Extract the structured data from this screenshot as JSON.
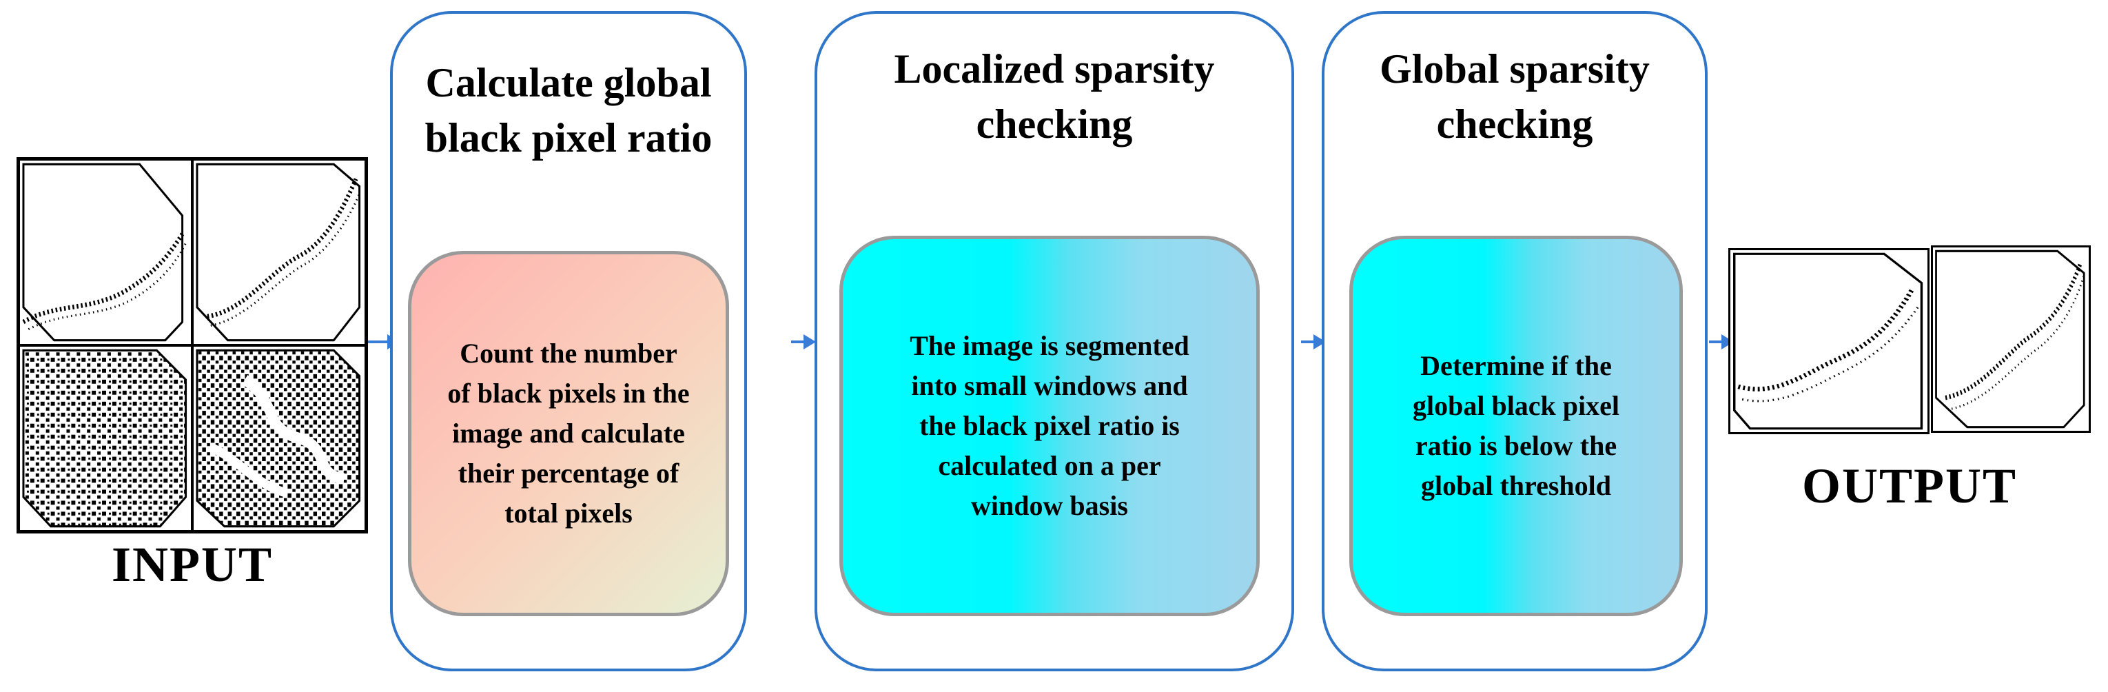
{
  "input": {
    "label": "INPUT"
  },
  "output": {
    "label": "OUTPUT"
  },
  "stages": [
    {
      "title": "Calculate global\nblack pixel ratio",
      "body": "Count the number\nof black pixels in the\nimage and calculate\ntheir percentage of\ntotal pixels"
    },
    {
      "title": "Localized sparsity\nchecking",
      "body": "The image is segmented\ninto small windows and\nthe black pixel ratio is\ncalculated on a per\nwindow basis"
    },
    {
      "title": "Global sparsity\nchecking",
      "body": "Determine if the\nglobal black pixel\nratio is below the\nglobal threshold"
    }
  ],
  "colors": {
    "panel_border": "#2f76c8",
    "arrow": "#3a7bd5",
    "inner_border": "#9a9a9a"
  }
}
